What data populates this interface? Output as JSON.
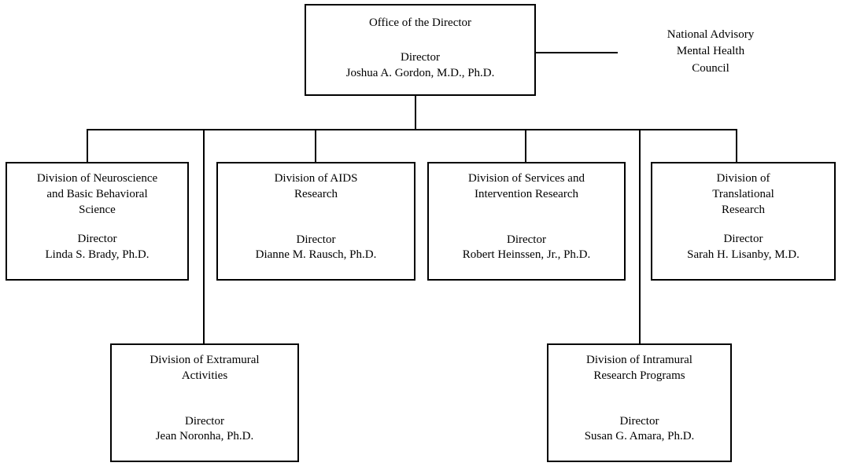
{
  "diagram": {
    "title_hidden": "NIMH Organizational Chart",
    "line_color": "#000000",
    "background": "#ffffff",
    "text_color": "#000000"
  },
  "top": {
    "title": "Office of the Director",
    "role": "Director",
    "person": "Joshua A. Gordon, M.D., Ph.D."
  },
  "advisory": {
    "label": "National Advisory\nMental Health\nCouncil"
  },
  "divisions": [
    {
      "title": "Division of Neuroscience\nand Basic Behavioral\nScience",
      "role": "Director",
      "person": "Linda S. Brady, Ph.D."
    },
    {
      "title": "Division of AIDS\nResearch",
      "role": "Director",
      "person": "Dianne M. Rausch, Ph.D."
    },
    {
      "title": "Division of Services and\nIntervention Research",
      "role": "Director",
      "person": "Robert Heinssen, Jr., Ph.D."
    },
    {
      "title": "Division of\nTranslational\nResearch",
      "role": "Director",
      "person": "Sarah H. Lisanby, M.D."
    }
  ],
  "lower_divisions": [
    {
      "title": "Division of Extramural\nActivities",
      "role": "Director",
      "person": "Jean Noronha, Ph.D."
    },
    {
      "title": "Division of Intramural\nResearch Programs",
      "role": "Director",
      "person": "Susan G. Amara, Ph.D."
    }
  ]
}
